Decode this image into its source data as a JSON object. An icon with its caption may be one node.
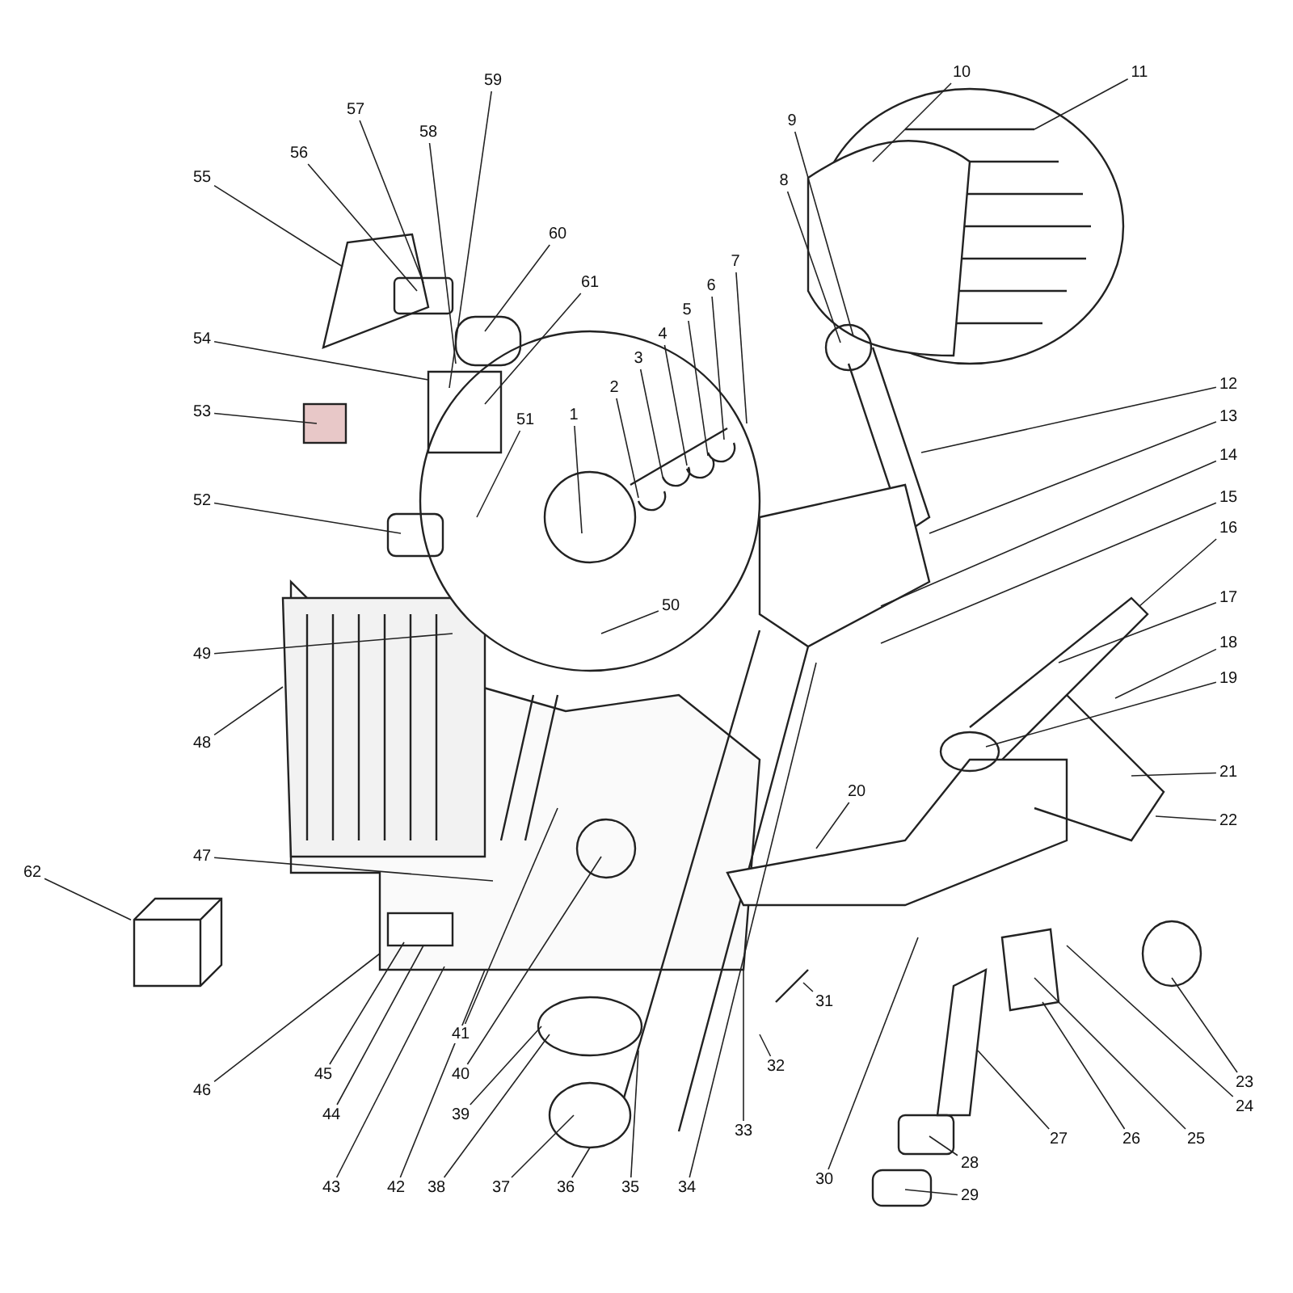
{
  "diagram": {
    "nodes": [
      {
        "text": [
          "1"
        ]
      },
      {
        "text": [
          "2"
        ]
      },
      {
        "text": [
          "3"
        ]
      },
      {
        "text": [
          "4"
        ]
      },
      {
        "text": [
          "5"
        ]
      },
      {
        "text": [
          "6"
        ]
      },
      {
        "text": [
          "7"
        ]
      },
      {
        "text": [
          "8"
        ]
      },
      {
        "text": [
          "9"
        ]
      },
      {
        "text": [
          "10"
        ]
      },
      {
        "text": [
          "11"
        ]
      },
      {
        "text": [
          "12"
        ]
      },
      {
        "text": [
          "13"
        ]
      },
      {
        "text": [
          "14"
        ]
      },
      {
        "text": [
          "15"
        ]
      },
      {
        "text": [
          "16"
        ]
      },
      {
        "text": [
          "17"
        ]
      },
      {
        "text": [
          "18"
        ]
      },
      {
        "text": [
          "19"
        ]
      },
      {
        "text": [
          "20"
        ]
      },
      {
        "text": [
          "21"
        ]
      },
      {
        "text": [
          "22"
        ]
      },
      {
        "text": [
          "23"
        ]
      },
      {
        "text": [
          "24"
        ]
      },
      {
        "text": [
          "25"
        ]
      },
      {
        "text": [
          "26"
        ]
      },
      {
        "text": [
          "27"
        ]
      },
      {
        "text": [
          "28"
        ]
      },
      {
        "text": [
          "29"
        ]
      },
      {
        "text": [
          "30"
        ]
      },
      {
        "text": [
          "31"
        ]
      },
      {
        "text": [
          "32"
        ]
      },
      {
        "text": [
          "33"
        ]
      },
      {
        "text": [
          "34"
        ]
      },
      {
        "text": [
          "35"
        ]
      },
      {
        "text": [
          "36"
        ]
      },
      {
        "text": [
          "37"
        ]
      },
      {
        "text": [
          "38"
        ]
      },
      {
        "text": [
          "39"
        ]
      },
      {
        "text": [
          "40"
        ]
      },
      {
        "text": [
          "41"
        ]
      },
      {
        "text": [
          "42"
        ]
      },
      {
        "text": [
          "43"
        ]
      },
      {
        "text": [
          "44"
        ]
      },
      {
        "text": [
          "45"
        ]
      },
      {
        "text": [
          "46"
        ]
      },
      {
        "text": [
          "47"
        ]
      },
      {
        "text": [
          "48"
        ]
      },
      {
        "text": [
          "49"
        ]
      },
      {
        "text": [
          "50"
        ]
      },
      {
        "text": [
          "51"
        ]
      },
      {
        "text": [
          "52"
        ]
      },
      {
        "text": [
          "53"
        ]
      },
      {
        "text": [
          "54"
        ]
      },
      {
        "text": [
          "55"
        ]
      },
      {
        "text": [
          "56"
        ]
      },
      {
        "text": [
          "57"
        ]
      },
      {
        "text": [
          "58"
        ]
      },
      {
        "text": [
          "59"
        ]
      },
      {
        "text": [
          "60"
        ]
      },
      {
        "text": [
          "61"
        ]
      },
      {
        "text": [
          "62"
        ]
      },
      {
        "text": [],
        "shape": "box"
      }
    ],
    "edges": [
      {
        "from": 0,
        "to": null,
        "arrow": "none"
      },
      {
        "from": 1,
        "to": null,
        "arrow": "none"
      },
      {
        "from": 2,
        "to": null,
        "arrow": "none"
      },
      {
        "from": 3,
        "to": null,
        "arrow": "none"
      },
      {
        "from": 4,
        "to": null,
        "arrow": "none"
      },
      {
        "from": 5,
        "to": null,
        "arrow": "none"
      },
      {
        "from": 6,
        "to": null,
        "arrow": "none"
      },
      {
        "from": 7,
        "to": null,
        "arrow": "none"
      },
      {
        "from": 8,
        "to": null,
        "arrow": "none"
      },
      {
        "from": 9,
        "to": null,
        "arrow": "none"
      },
      {
        "from": 10,
        "to": null,
        "arrow": "none"
      },
      {
        "from": 11,
        "to": null,
        "arrow": "none"
      },
      {
        "from": 12,
        "to": null,
        "arrow": "none"
      },
      {
        "from": 13,
        "to": null,
        "arrow": "none"
      },
      {
        "from": 14,
        "to": null,
        "arrow": "none"
      },
      {
        "from": 15,
        "to": null,
        "arrow": "none"
      },
      {
        "from": 16,
        "to": null,
        "arrow": "none"
      },
      {
        "from": 17,
        "to": null,
        "arrow": "none"
      },
      {
        "from": 18,
        "to": null,
        "arrow": "none"
      },
      {
        "from": 19,
        "to": null,
        "arrow": "none"
      },
      {
        "from": 20,
        "to": null,
        "arrow": "none"
      },
      {
        "from": 21,
        "to": null,
        "arrow": "none"
      },
      {
        "from": 22,
        "to": null,
        "arrow": "none"
      },
      {
        "from": 23,
        "to": null,
        "arrow": "none"
      },
      {
        "from": 24,
        "to": null,
        "arrow": "none"
      },
      {
        "from": 25,
        "to": null,
        "arrow": "none"
      },
      {
        "from": 26,
        "to": null,
        "arrow": "none"
      },
      {
        "from": 27,
        "to": null,
        "arrow": "none"
      },
      {
        "from": 28,
        "to": null,
        "arrow": "none"
      },
      {
        "from": 29,
        "to": null,
        "arrow": "none"
      },
      {
        "from": 30,
        "to": null,
        "arrow": "none"
      },
      {
        "from": 31,
        "to": null,
        "arrow": "none"
      },
      {
        "from": 32,
        "to": null,
        "arrow": "none"
      },
      {
        "from": 33,
        "to": null,
        "arrow": "none"
      },
      {
        "from": 34,
        "to": null,
        "arrow": "none"
      },
      {
        "from": 35,
        "to": null,
        "arrow": "none"
      },
      {
        "from": 36,
        "to": null,
        "arrow": "none"
      },
      {
        "from": 37,
        "to": null,
        "arrow": "none"
      },
      {
        "from": 38,
        "to": null,
        "arrow": "none"
      },
      {
        "from": 39,
        "to": null,
        "arrow": "none"
      },
      {
        "from": 40,
        "to": null,
        "arrow": "none"
      },
      {
        "from": 41,
        "to": null,
        "arrow": "none"
      },
      {
        "from": 42,
        "to": null,
        "arrow": "none"
      },
      {
        "from": 43,
        "to": null,
        "arrow": "none"
      },
      {
        "from": 44,
        "to": null,
        "arrow": "none"
      },
      {
        "from": 45,
        "to": null,
        "arrow": "none"
      },
      {
        "from": 46,
        "to": null,
        "arrow": "none"
      },
      {
        "from": 47,
        "to": null,
        "arrow": "none"
      },
      {
        "from": 48,
        "to": null,
        "arrow": "none"
      },
      {
        "from": 49,
        "to": null,
        "arrow": "none"
      },
      {
        "from": 50,
        "to": null,
        "arrow": "none"
      },
      {
        "from": 51,
        "to": null,
        "arrow": "none"
      },
      {
        "from": 52,
        "to": null,
        "arrow": "none"
      },
      {
        "from": 53,
        "to": null,
        "arrow": "none"
      },
      {
        "from": 54,
        "to": null,
        "arrow": "none"
      },
      {
        "from": 55,
        "to": null,
        "arrow": "none"
      },
      {
        "from": 56,
        "to": null,
        "arrow": "none"
      },
      {
        "from": 57,
        "to": null,
        "arrow": "none"
      },
      {
        "from": 58,
        "to": null,
        "arrow": "none"
      },
      {
        "from": 59,
        "to": null,
        "arrow": "none"
      },
      {
        "from": 60,
        "to": null,
        "arrow": "none"
      },
      {
        "from": 61,
        "to": 62,
        "arrow": "none"
      }
    ]
  }
}
